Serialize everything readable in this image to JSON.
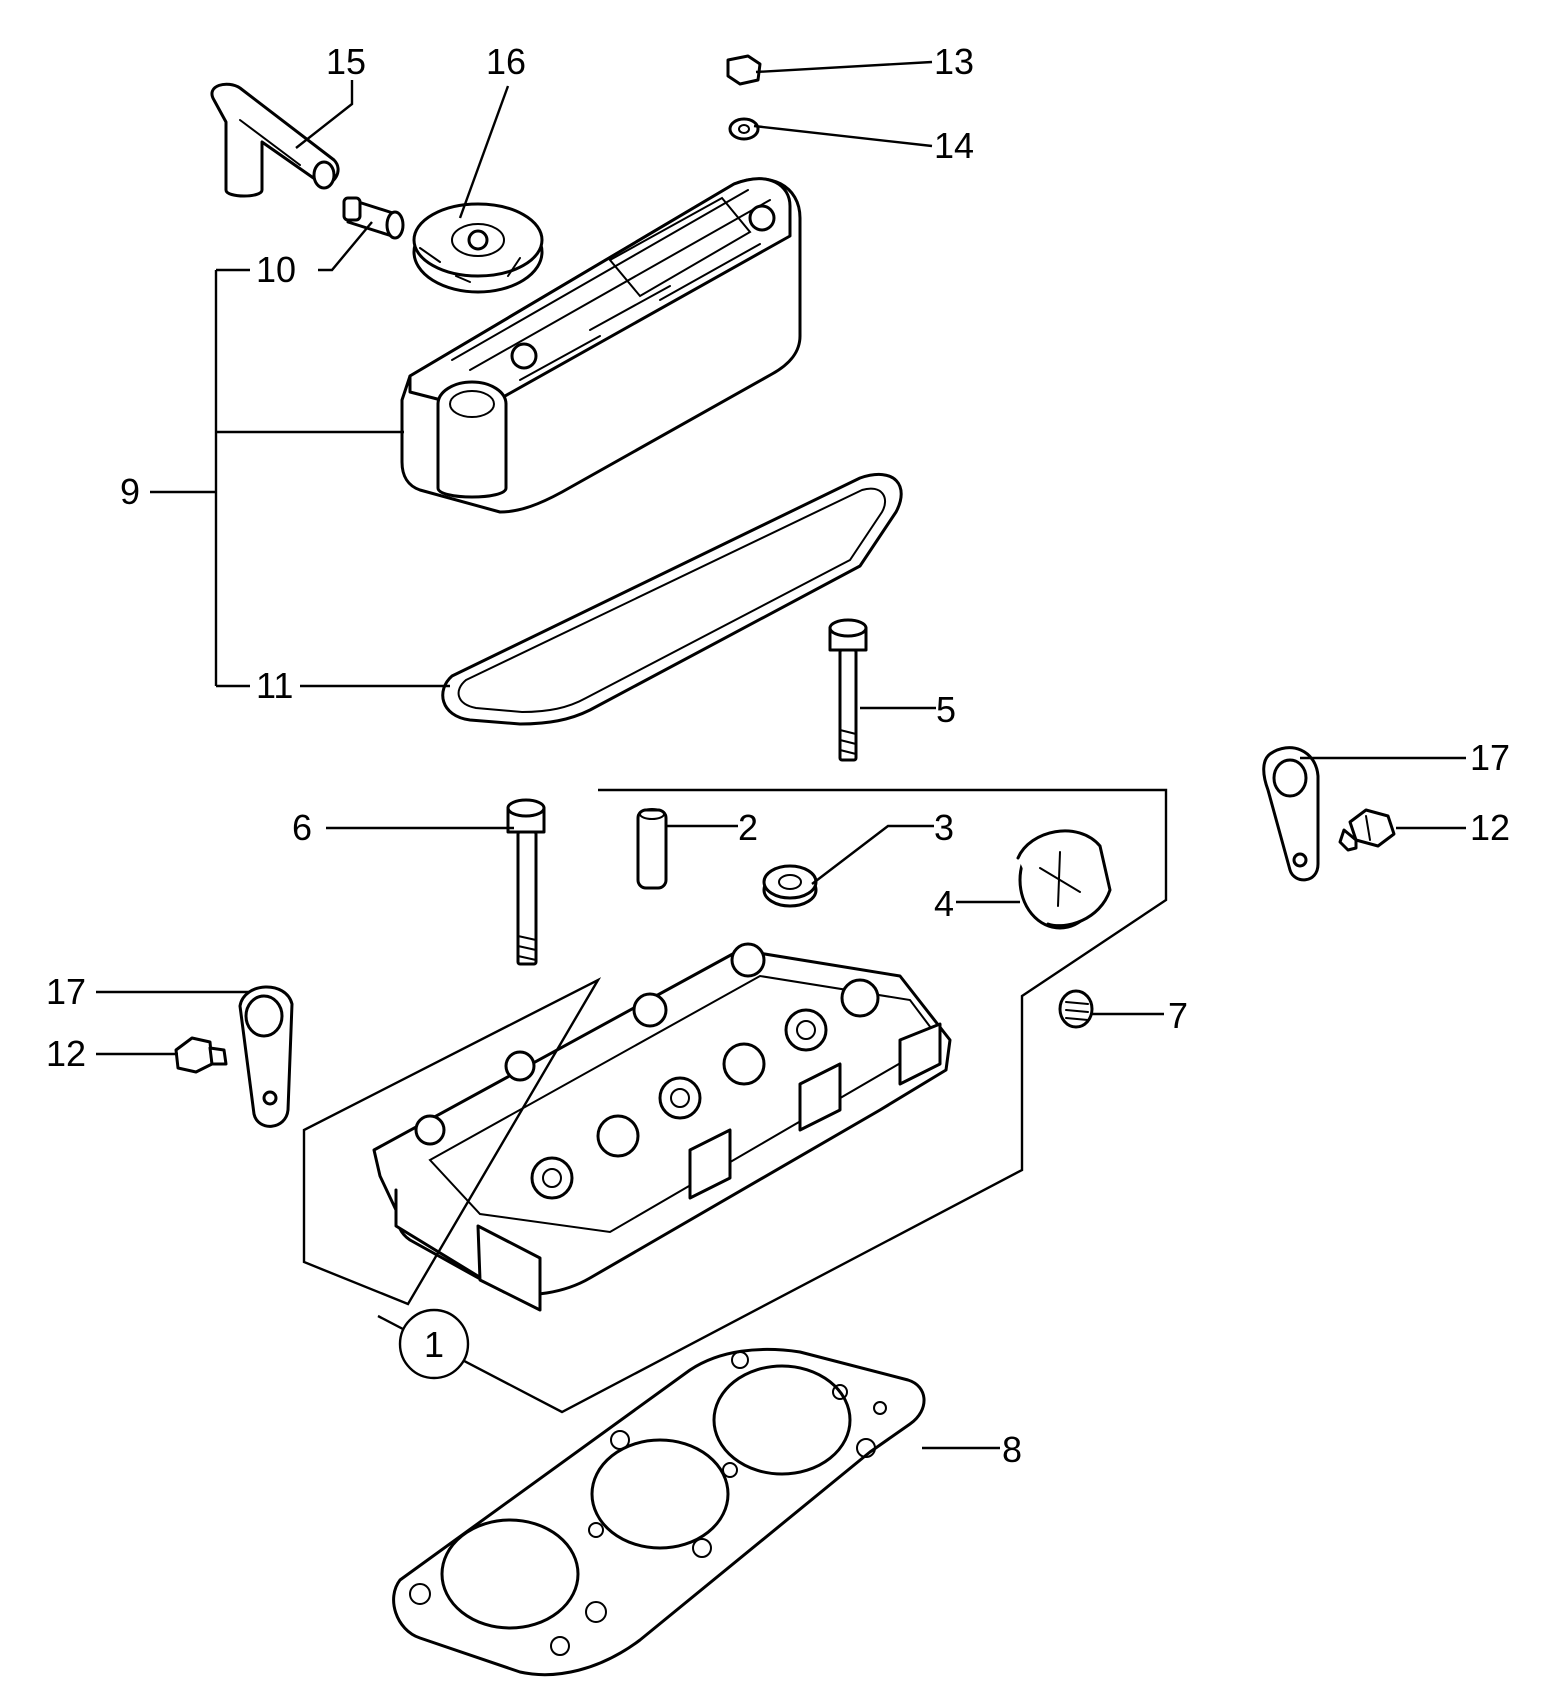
{
  "diagram": {
    "callouts": [
      {
        "id": "c1",
        "label": "1"
      },
      {
        "id": "c2",
        "label": "2"
      },
      {
        "id": "c3",
        "label": "3"
      },
      {
        "id": "c4",
        "label": "4"
      },
      {
        "id": "c5",
        "label": "5"
      },
      {
        "id": "c6",
        "label": "6"
      },
      {
        "id": "c7",
        "label": "7"
      },
      {
        "id": "c8",
        "label": "8"
      },
      {
        "id": "c9",
        "label": "9"
      },
      {
        "id": "c10",
        "label": "10"
      },
      {
        "id": "c11",
        "label": "11"
      },
      {
        "id": "c12a",
        "label": "12"
      },
      {
        "id": "c12b",
        "label": "12"
      },
      {
        "id": "c13",
        "label": "13"
      },
      {
        "id": "c14",
        "label": "14"
      },
      {
        "id": "c15",
        "label": "15"
      },
      {
        "id": "c16",
        "label": "16"
      },
      {
        "id": "c17a",
        "label": "17"
      },
      {
        "id": "c17b",
        "label": "17"
      }
    ]
  }
}
